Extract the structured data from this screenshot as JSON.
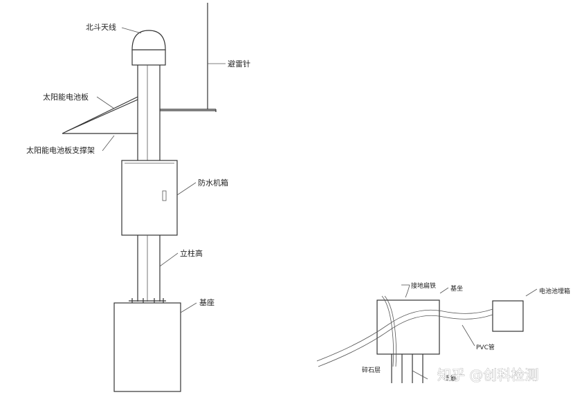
{
  "labels": {
    "beidou_antenna": "北斗天线",
    "lightning_rod": "避雷针",
    "solar_panel": "太阳能电池板",
    "solar_panel_bracket": "太阳能电池板支撑架",
    "waterproof_box": "防水机箱",
    "pole_height": "立柱高",
    "base": "基座",
    "grounding_flat_iron": "接地扁铁",
    "foundation": "基坐",
    "pvc_pipe": "PVC管",
    "electrode_pit": "电池池埋箱",
    "gravel_layer": "碎石层",
    "rebar": "钢筋"
  },
  "watermark": "知乎 @创科检测"
}
